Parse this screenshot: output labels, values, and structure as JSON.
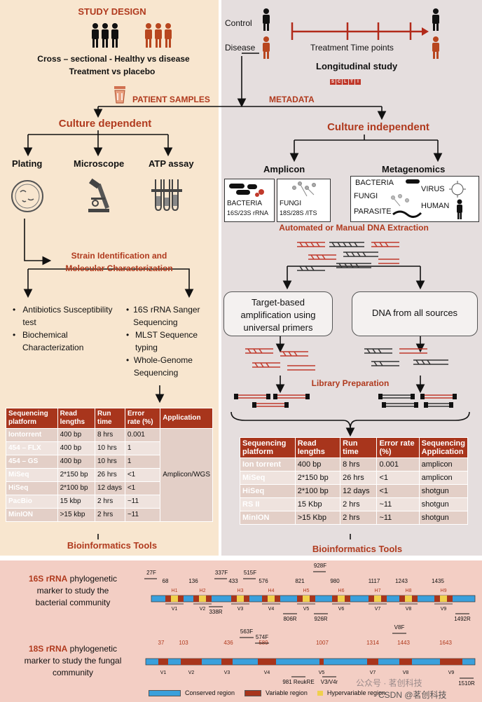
{
  "study_design": {
    "title": "STUDY DESIGN",
    "line1": "Cross – sectional - Healthy vs disease",
    "line2": "Treatment vs placebo"
  },
  "longitudinal": {
    "control": "Control",
    "disease": "Disease",
    "time_points": "Treatment Time points",
    "title": "Longitudinal study",
    "metadata_boxes": [
      "S",
      "C",
      "L",
      "T",
      "I"
    ]
  },
  "patient_samples": "PATIENT SAMPLES",
  "metadata": "METADATA",
  "culture_dependent": {
    "title": "Culture dependent",
    "methods": [
      "Plating",
      "Microscope",
      "ATP assay"
    ],
    "strain_title_1": "Strain Identification and",
    "strain_title_2": "Molecular Characterization",
    "left_bullets": [
      "Antibiotics Susceptibility test",
      "Biochemical Characterization"
    ],
    "right_bullets": [
      "16S rRNA Sanger Sequencing",
      "MLST Sequence typing",
      "Whole-Genome Sequencing"
    ],
    "table": {
      "headers": [
        "Sequencing platform",
        "Read lengths",
        "Run time",
        "Error rate (%)",
        "Application"
      ],
      "rows": [
        [
          "Iontorrent",
          "400 bp",
          "8 hrs",
          "0.001"
        ],
        [
          "454 – FLX",
          "400 bp",
          "10 hrs",
          "1"
        ],
        [
          "454 – GS",
          "400 bp",
          "10 hrs",
          "1"
        ],
        [
          "MiSeq",
          "2*150 bp",
          "26 hrs",
          "<1"
        ],
        [
          "HiSeq",
          "2*100 bp",
          "12 days",
          "<1"
        ],
        [
          "PacBio",
          "15 kbp",
          "2 hrs",
          "~11"
        ],
        [
          "MinION",
          ">15 kbp",
          "2 hrs",
          "~11"
        ]
      ],
      "application": "Amplicon/WGS"
    },
    "bioinformatics": "Bioinformatics Tools"
  },
  "culture_independent": {
    "title": "Culture independent",
    "amplicon": "Amplicon",
    "metagenomics": "Metagenomics",
    "bacteria_label": "BACTERIA",
    "bacteria_sub": "16S/23S rRNA",
    "fungi_label": "FUNGI",
    "fungi_sub": "18S/28S /ITS",
    "meta_labels": [
      "BACTERIA",
      "FUNGI",
      "PARASITE",
      "VIRUS",
      "HUMAN"
    ],
    "extraction": "Automated or Manual DNA Extraction",
    "target_box": "Target-based amplification using universal primers",
    "all_sources_box": "DNA from all sources",
    "library": "Library Preparation",
    "table": {
      "headers": [
        "Sequencing platform",
        "Read lengths",
        "Run time",
        "Error rate (%)",
        "Sequencing Application"
      ],
      "rows": [
        [
          "Ion torrent",
          "400 bp",
          "8 hrs",
          "0.001",
          "amplicon"
        ],
        [
          "MiSeq",
          "2*150 bp",
          "26 hrs",
          "<1",
          "amplicon"
        ],
        [
          "HiSeq",
          "2*100 bp",
          "12 days",
          "<1",
          "shotgun"
        ],
        [
          "RS II",
          "15 Kbp",
          "2 hrs",
          "~11",
          "shotgun"
        ],
        [
          "MinION",
          ">15 Kbp",
          "2 hrs",
          "~11",
          "shotgun"
        ]
      ]
    },
    "bioinformatics": "Bioinformatics Tools"
  },
  "markers": {
    "s16_name": "16S rRNA",
    "s16_desc1": " phylogenetic",
    "s16_desc2": "marker to study the",
    "s16_desc3": "bacterial community",
    "s18_name": "18S rRNA",
    "s18_desc1": " phylogenetic",
    "s18_desc2": "marker to study the fungal",
    "s18_desc3": "community",
    "s16_positions": [
      "68",
      "136",
      "433",
      "576",
      "821",
      "980",
      "1117",
      "1243",
      "1435"
    ],
    "s16_forward": [
      "27F",
      "337F",
      "515F",
      "928F"
    ],
    "s16_reverse": [
      "338R",
      "806R",
      "926R",
      "1492R"
    ],
    "s16_h": [
      "H1",
      "H2",
      "H3",
      "H4",
      "H5",
      "H6",
      "H7",
      "H8",
      "H9"
    ],
    "s16_v": [
      "V1",
      "V2",
      "V3",
      "V4",
      "V5",
      "V6",
      "V7",
      "V8",
      "V9"
    ],
    "s18_positions": [
      "37",
      "103",
      "436",
      "589",
      "1007",
      "1314",
      "1443",
      "1643"
    ],
    "s18_v": [
      "V1",
      "V2",
      "V3",
      "V4",
      "V5",
      "V7",
      "V8",
      "V9"
    ],
    "s18_forward": [
      "563F",
      "574F",
      "V8F"
    ],
    "s18_reverse": [
      "981 ReukRE",
      "V3/V4r",
      "1510R"
    ],
    "legend": [
      "Conserved region",
      "Variable region",
      "Hypervariable region"
    ],
    "colors": {
      "conserved": "#3aa0dc",
      "variable": "#a8351c",
      "hypervariable": "#f0d04c"
    }
  },
  "watermark": "CSDN @茗创科技",
  "watermark2": "公众号 · 茗创科技"
}
